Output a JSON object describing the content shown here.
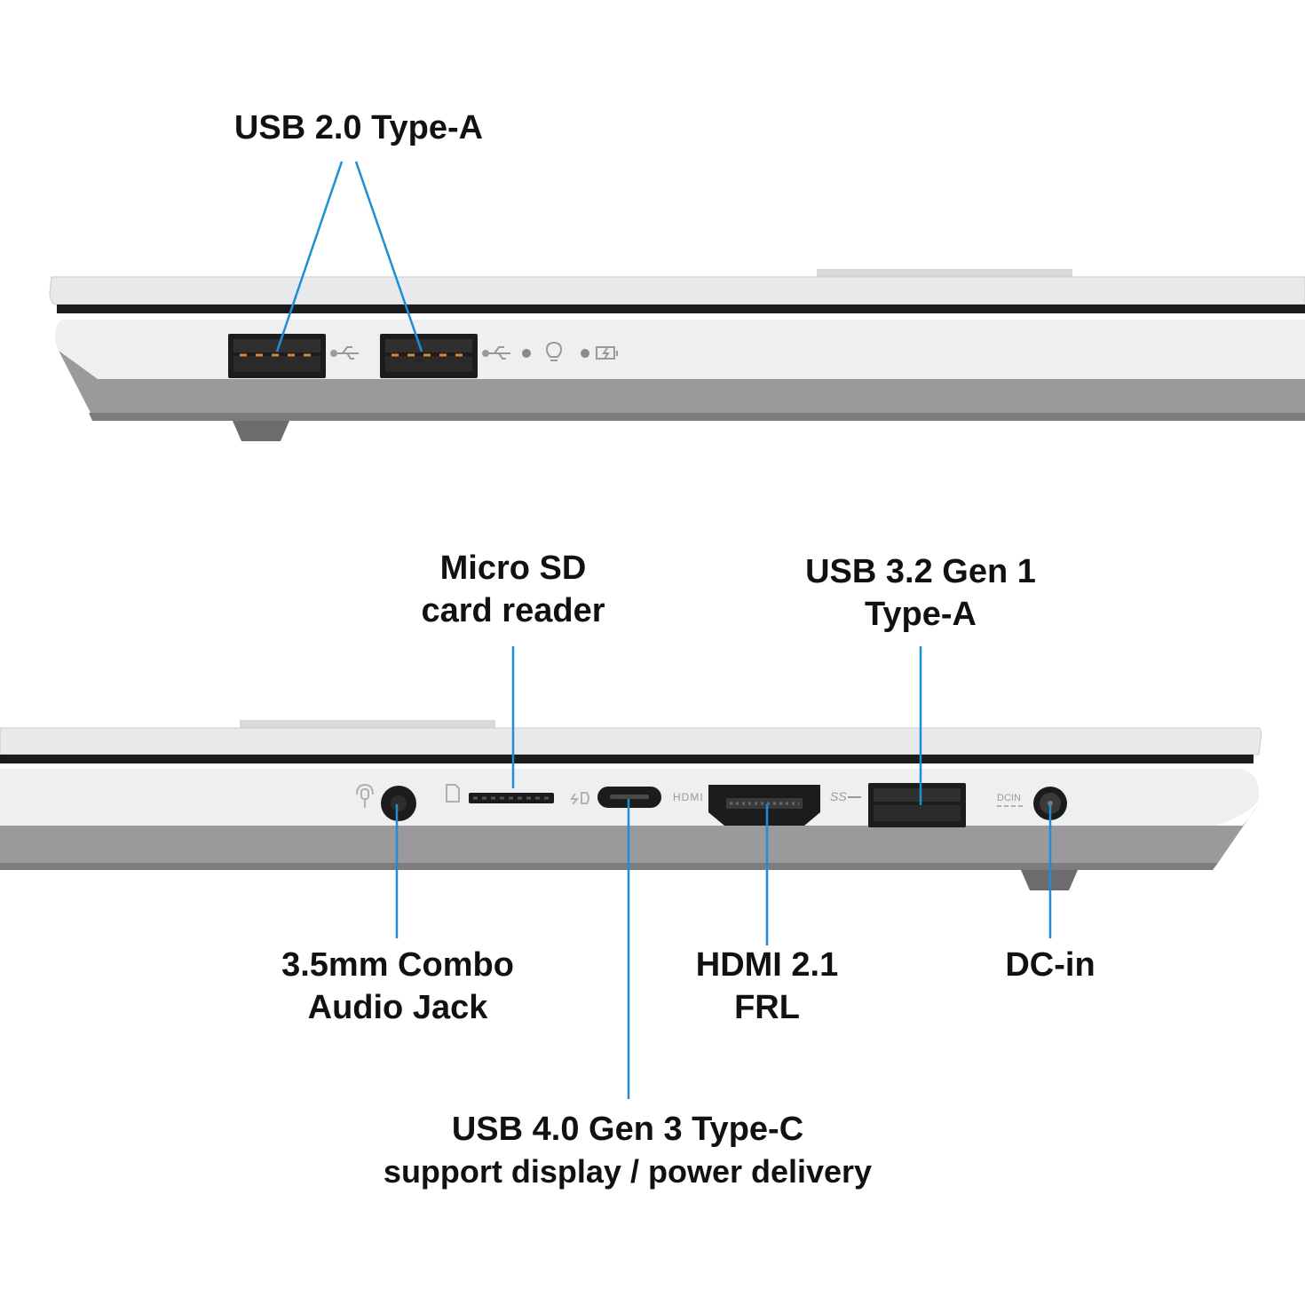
{
  "colors": {
    "leader": "#1e8fd6",
    "chassis_light": "#e9eaeb",
    "chassis_mid": "#d4d5d7",
    "chassis_dark": "#8d8d8f",
    "port_black": "#1c1c1c"
  },
  "top_view": {
    "label": "USB 2.0 Type-A",
    "ports": [
      {
        "name": "usb-2-0-type-a-port-1",
        "icon": "usb-icon"
      },
      {
        "name": "usb-2-0-type-a-port-2",
        "icon": "usb-icon"
      }
    ],
    "indicators": [
      "power-indicator-icon",
      "battery-charge-icon"
    ]
  },
  "bottom_view": {
    "labels": {
      "micro_sd": [
        "Micro SD",
        "card reader"
      ],
      "usb32": [
        "USB 3.2 Gen 1",
        "Type-A"
      ],
      "audio": [
        "3.5mm Combo",
        "Audio Jack"
      ],
      "hdmi": [
        "HDMI 2.1",
        "FRL"
      ],
      "dcin": [
        "DC-in"
      ],
      "usbc": [
        "USB 4.0 Gen 3 Type-C",
        "support display / power delivery"
      ]
    },
    "port_markings": {
      "hdmi": "HDMI",
      "ss": "SS",
      "dcin": "DCIN"
    }
  }
}
